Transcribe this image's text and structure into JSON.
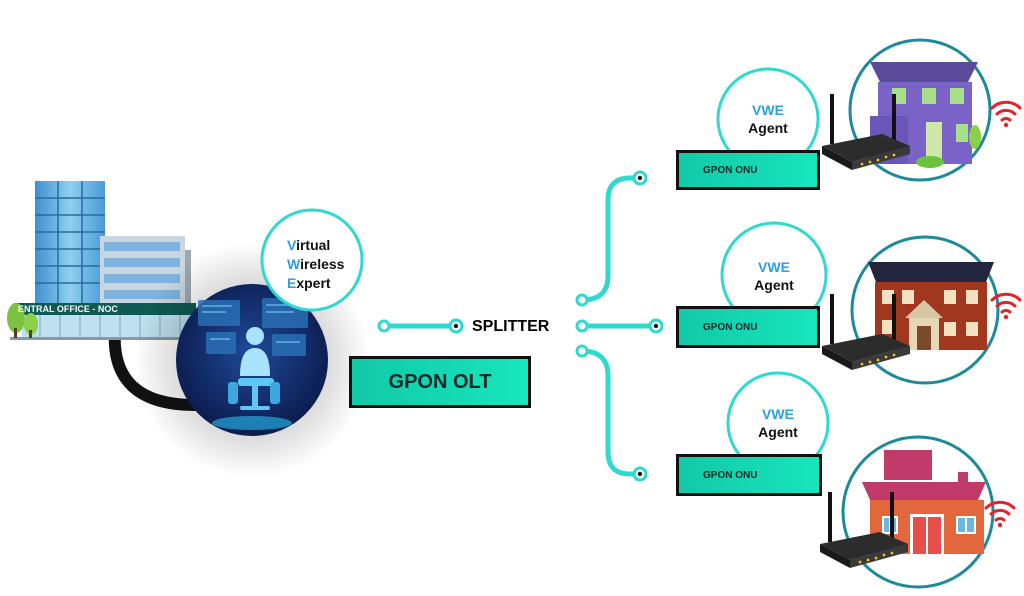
{
  "central_office": {
    "label": "ENTRAL OFFICE - NOC"
  },
  "vwe_expert": {
    "lines": [
      {
        "initial": "V",
        "rest": "irtual"
      },
      {
        "initial": "W",
        "rest": "ireless"
      },
      {
        "initial": "E",
        "rest": "xpert"
      }
    ]
  },
  "olt": {
    "label": "GPON OLT"
  },
  "splitter": {
    "label": "SPLITTER"
  },
  "homes": [
    {
      "agent_initials": "VWE",
      "agent_label": "Agent",
      "onu_label": "GPON ONU"
    },
    {
      "agent_initials": "VWE",
      "agent_label": "Agent",
      "onu_label": "GPON ONU"
    },
    {
      "agent_initials": "VWE",
      "agent_label": "Agent",
      "onu_label": "GPON ONU"
    }
  ],
  "colors": {
    "fiber": "#2fd9d0",
    "circle_border": "#1c8a9a",
    "box_fill": "#15d9b3",
    "wifi": "#e8202a",
    "accent_blue": "#2b9fe0"
  }
}
